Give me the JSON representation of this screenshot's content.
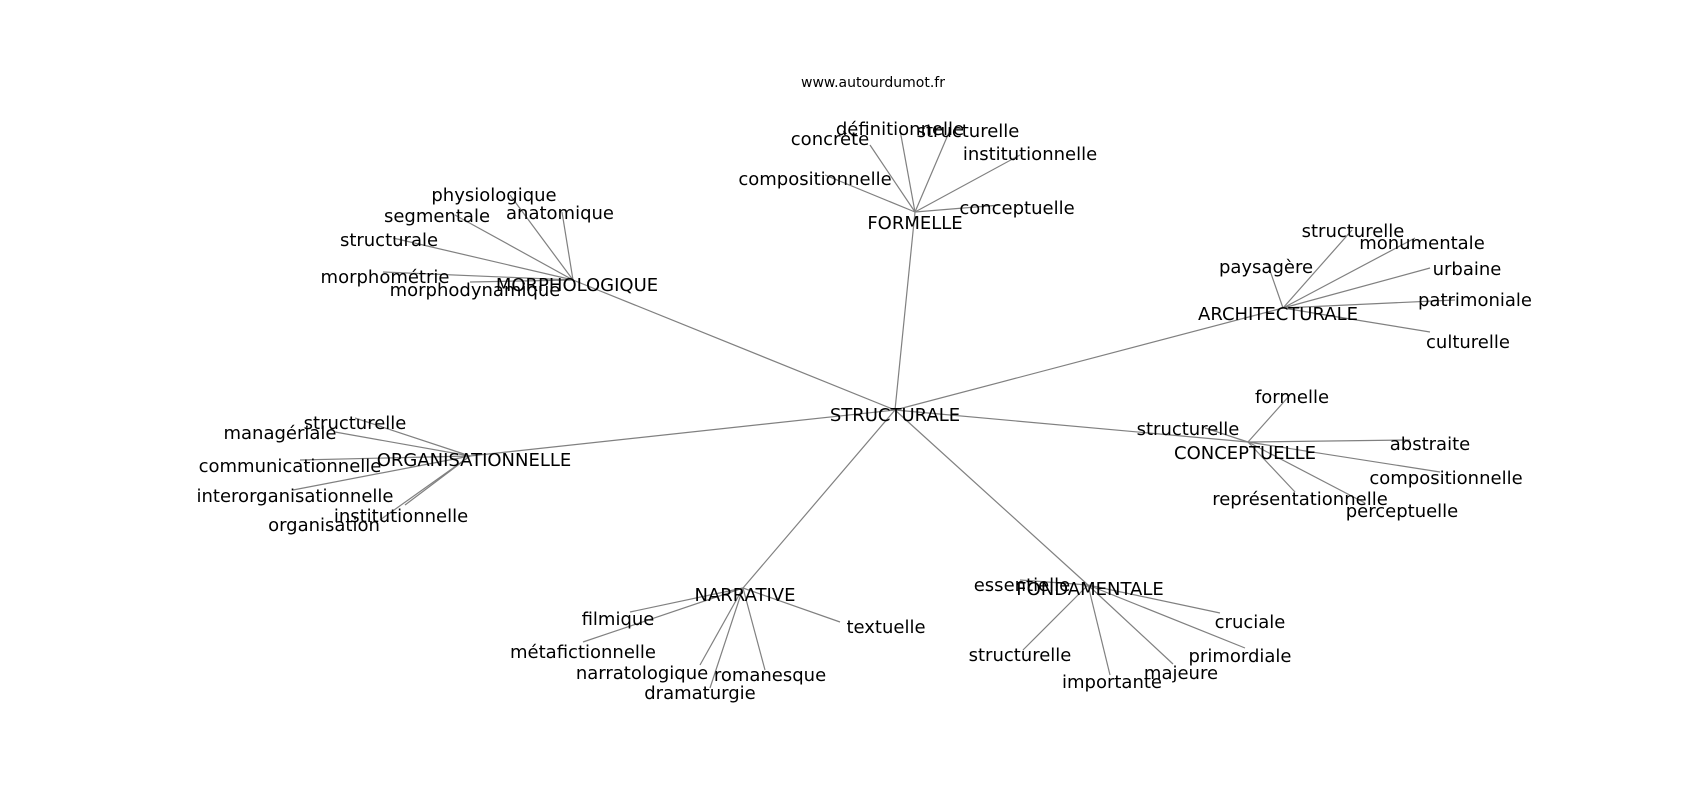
{
  "watermark": "www.autourdumot.fr",
  "graph": {
    "root": "STRUCTURALE",
    "clusters": [
      {
        "hub": "FORMELLE",
        "leaves": [
          "définitionnelle",
          "structurelle",
          "concrète",
          "institutionnelle",
          "compositionnelle",
          "conceptuelle"
        ]
      },
      {
        "hub": "MORPHOLOGIQUE",
        "leaves": [
          "physiologique",
          "segmentale",
          "anatomique",
          "structurale",
          "morphométrie",
          "morphodynamique"
        ]
      },
      {
        "hub": "ARCHITECTURALE",
        "leaves": [
          "structurelle",
          "monumentale",
          "paysagère",
          "urbaine",
          "patrimoniale",
          "culturelle"
        ]
      },
      {
        "hub": "CONCEPTUELLE",
        "leaves": [
          "formelle",
          "structurelle",
          "abstraite",
          "compositionnelle",
          "représentationnelle",
          "perceptuelle"
        ]
      },
      {
        "hub": "ORGANISATIONNELLE",
        "leaves": [
          "structurelle",
          "managériale",
          "communicationnelle",
          "interorganisationnelle",
          "institutionnelle",
          "organisation"
        ]
      },
      {
        "hub": "NARRATIVE",
        "leaves": [
          "filmique",
          "textuelle",
          "métafictionnelle",
          "narratologique",
          "romanesque",
          "dramaturgie"
        ]
      },
      {
        "hub": "FONDAMENTALE",
        "leaves": [
          "essentielle",
          "cruciale",
          "primordiale",
          "structurelle",
          "majeure",
          "importante"
        ]
      }
    ]
  }
}
